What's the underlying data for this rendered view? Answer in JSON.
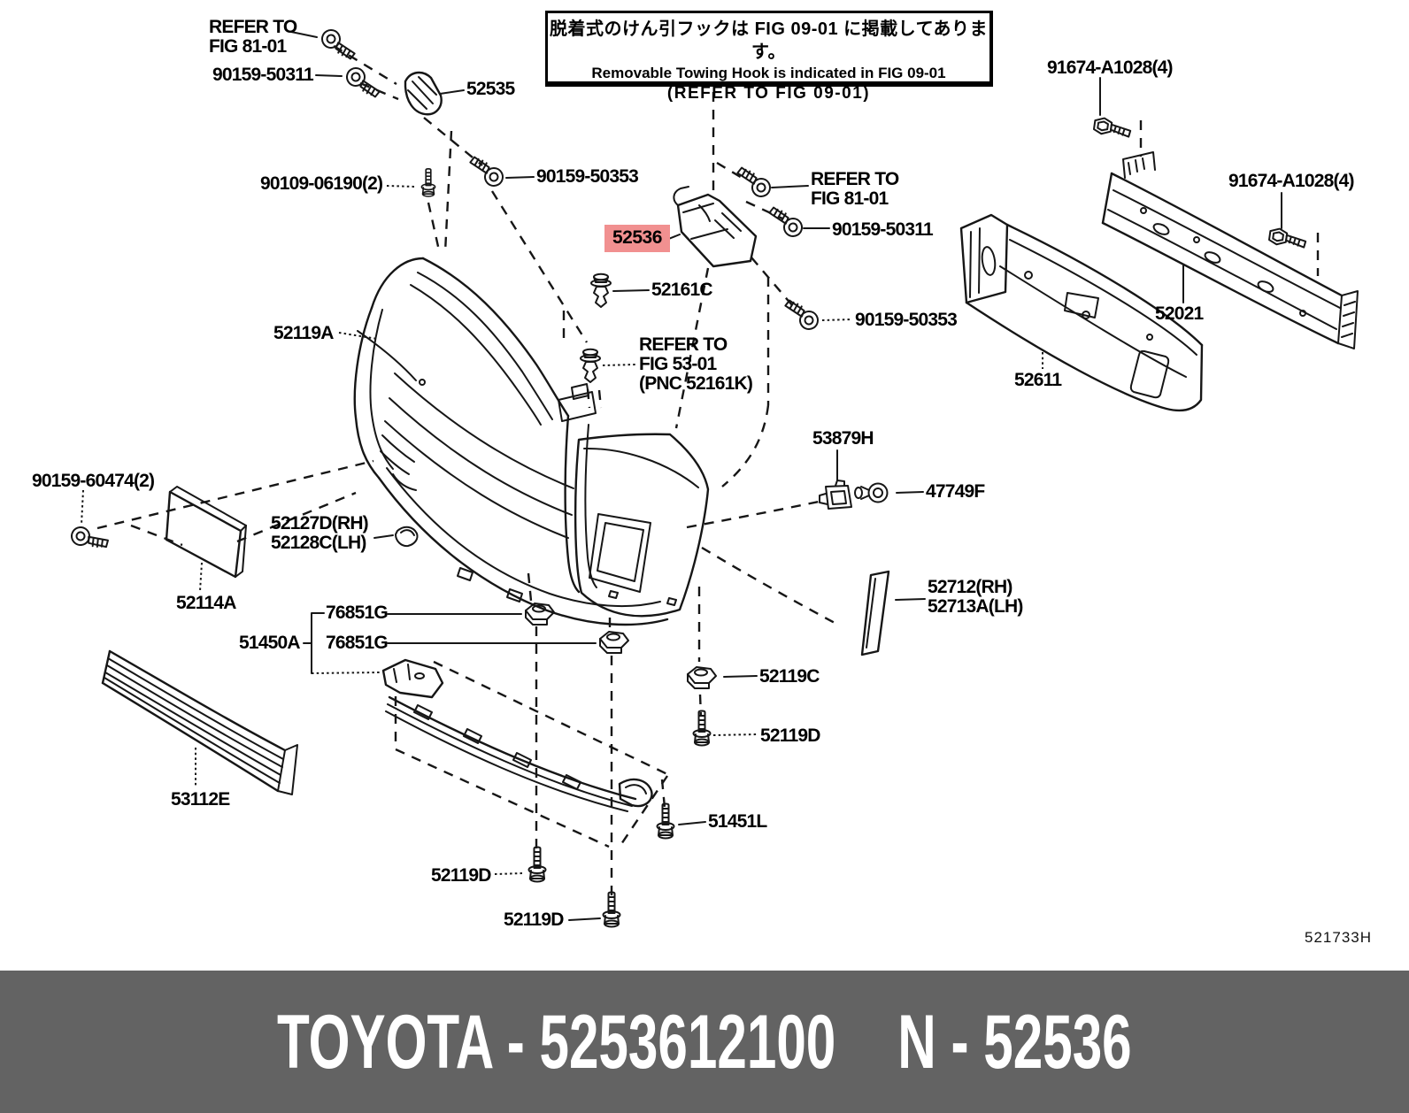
{
  "note_box": {
    "line_jp": "脱着式のけん引フックは FIG 09-01 に掲載してあります。",
    "line_en": "Removable Towing Hook is indicated in FIG 09-01",
    "line_ref": "(REFER TO FIG 09-01)"
  },
  "figure_code": "521733H",
  "highlight": {
    "part": "52536",
    "bg_color": "#F19090",
    "text_color": "#000000"
  },
  "footer": {
    "left_text": "TOYOTA - 5253612100",
    "right_text": "N - 52536",
    "bg_color": "#636363",
    "text_color": "#ffffff"
  },
  "labels": [
    {
      "id": "refer-fig81-01-left",
      "text": "REFER TO\nFIG 81-01"
    },
    {
      "id": "90159-50311-left",
      "text": "90159-50311"
    },
    {
      "id": "52535",
      "text": "52535"
    },
    {
      "id": "90159-50353-left",
      "text": "90159-50353"
    },
    {
      "id": "90109-06190",
      "text": "90109-06190(2)"
    },
    {
      "id": "52119A",
      "text": "52119A"
    },
    {
      "id": "52536",
      "text": "52536",
      "highlighted": true
    },
    {
      "id": "52161C",
      "text": "52161C"
    },
    {
      "id": "refer-fig53-01",
      "text": "REFER TO\nFIG 53-01\n(PNC 52161K)"
    },
    {
      "id": "refer-fig81-01-right",
      "text": "REFER TO\nFIG 81-01"
    },
    {
      "id": "90159-50311-right",
      "text": "90159-50311"
    },
    {
      "id": "90159-50353-right",
      "text": "90159-50353"
    },
    {
      "id": "91674-A1028-a",
      "text": "91674-A1028(4)"
    },
    {
      "id": "91674-A1028-b",
      "text": "91674-A1028(4)"
    },
    {
      "id": "52021",
      "text": "52021"
    },
    {
      "id": "52611",
      "text": "52611"
    },
    {
      "id": "53879H",
      "text": "53879H"
    },
    {
      "id": "47749F",
      "text": "47749F"
    },
    {
      "id": "90159-60474",
      "text": "90159-60474(2)"
    },
    {
      "id": "52114A",
      "text": "52114A"
    },
    {
      "id": "52127D-52128C",
      "text": "52127D(RH)\n52128C(LH)"
    },
    {
      "id": "52712-52713A",
      "text": "52712(RH)\n52713A(LH)"
    },
    {
      "id": "76851G-top",
      "text": "76851G"
    },
    {
      "id": "51450A",
      "text": "51450A"
    },
    {
      "id": "76851G-bottom",
      "text": "76851G"
    },
    {
      "id": "53112E",
      "text": "53112E"
    },
    {
      "id": "52119C",
      "text": "52119C"
    },
    {
      "id": "52119D-right",
      "text": "52119D"
    },
    {
      "id": "51451L",
      "text": "51451L"
    },
    {
      "id": "52119D-left",
      "text": "52119D"
    },
    {
      "id": "52119D-center",
      "text": "52119D"
    }
  ]
}
